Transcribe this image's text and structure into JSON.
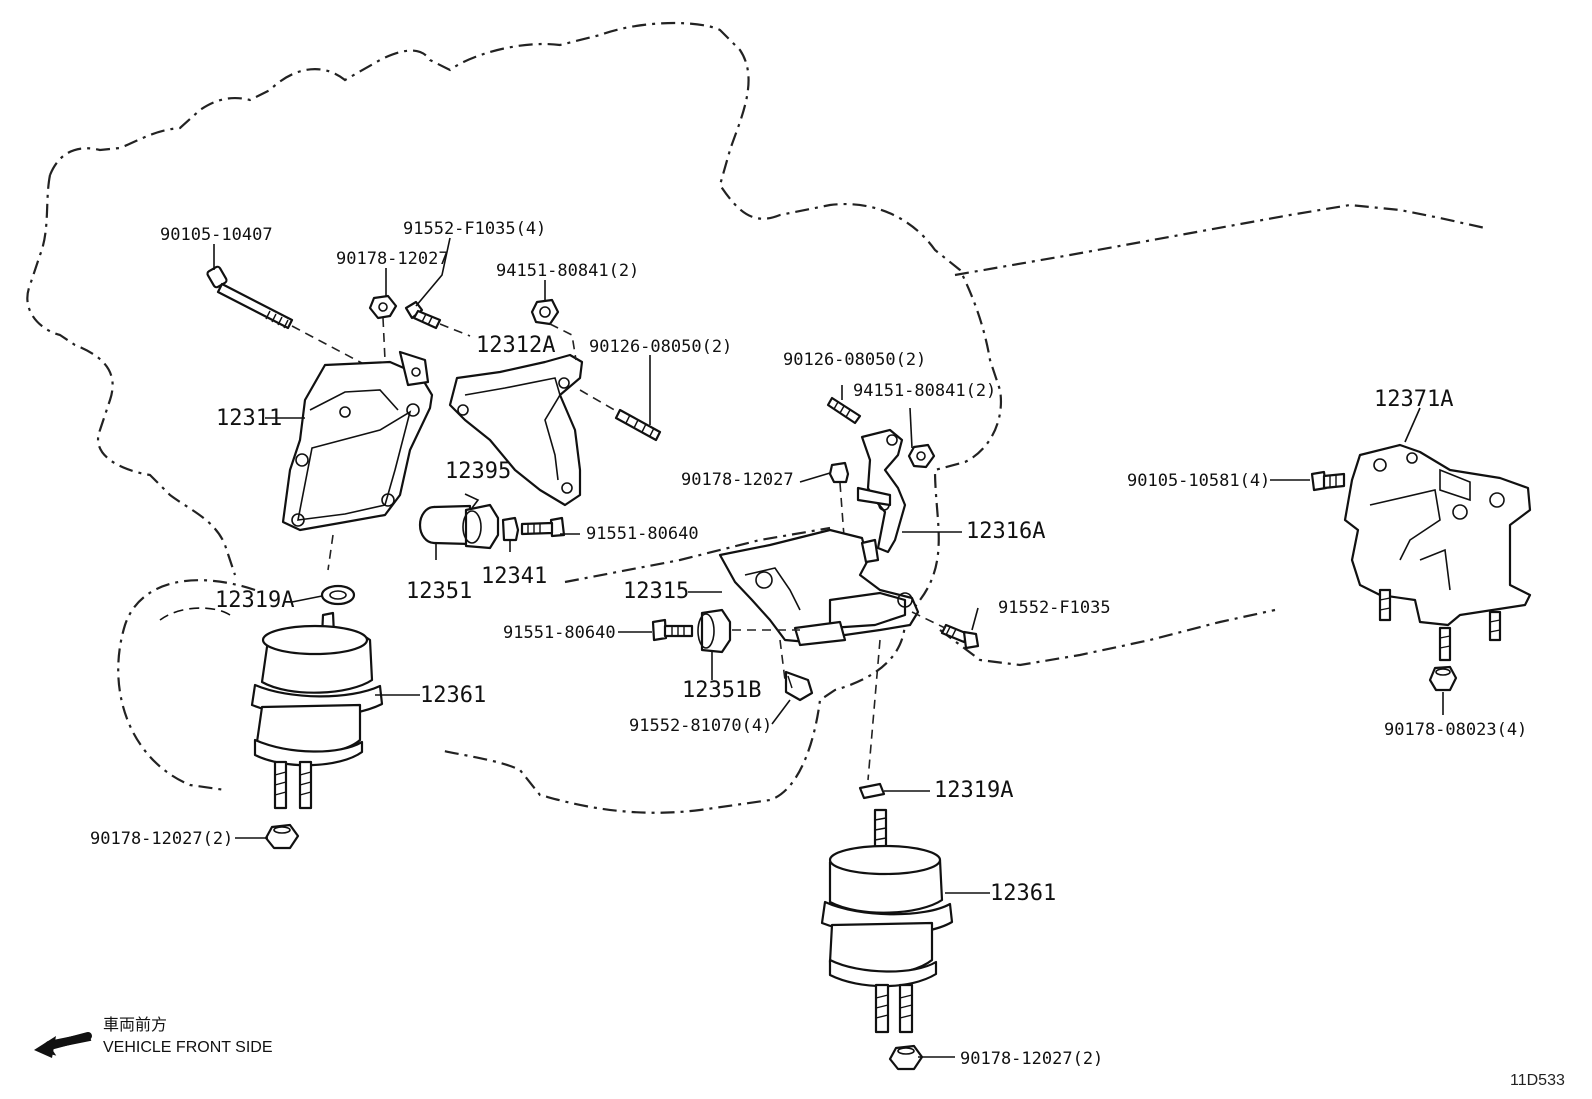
{
  "diagram_id": "11D533",
  "direction": {
    "japanese": "車両前方",
    "english": "VEHICLE FRONT SIDE"
  },
  "labels": {
    "bolt_left_top": "90105-10407",
    "bolt_9155_left": "91552-F1035(4)",
    "nut_90178_left": "90178-12027",
    "nut_94151_left": "94151-80841(2)",
    "bracket_12312A": "12312A",
    "stud_90126_left": "90126-08050(2)",
    "bracket_12311": "12311",
    "cushion_12395": "12395",
    "bolt_91551_left": "91551-80640",
    "cushion_12351": "12351",
    "collar_12341": "12341",
    "washer_12319A_left": "12319A",
    "mount_12361_left": "12361",
    "nut_90178_bottom_left": "90178-12027(2)",
    "stud_90126_right": "90126-08050(2)",
    "nut_94151_right": "94151-80841(2)",
    "nut_90178_center": "90178-12027",
    "bracket_12316A": "12316A",
    "bracket_12315": "12315",
    "bolt_9155_right": "91552-F1035",
    "bolt_91551_center": "91551-80640",
    "cushion_12351B": "12351B",
    "bolt_91552_81070": "91552-81070(4)",
    "washer_12319A_right": "12319A",
    "mount_12361_right": "12361",
    "nut_90178_bottom_right": "90178-12027(2)",
    "mount_12371A": "12371A",
    "bolt_90105_10581": "90105-10581(4)",
    "nut_90178_08023": "90178-08023(4)"
  },
  "icons": {
    "front_arrow": "arrow-left-down-icon"
  }
}
